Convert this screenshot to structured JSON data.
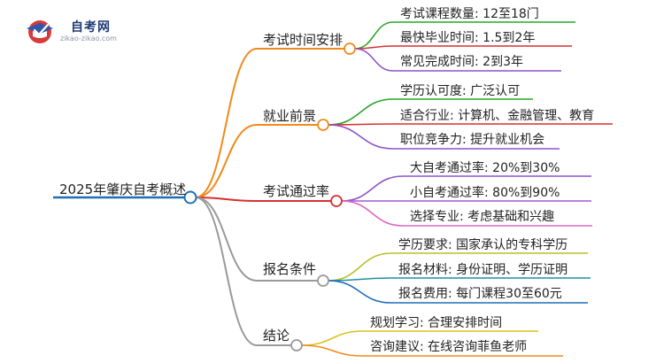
{
  "logo": {
    "name": "自考网",
    "url": "zikao-zikao.com",
    "icon": "graduation-cap-icon"
  },
  "root": {
    "label": "2025年肇庆自考概述",
    "color": "#1f6fb8"
  },
  "branches": [
    {
      "label": "考试时间安排",
      "color": "#f08a1c",
      "children": [
        {
          "label": "考试课程数量: 12至18门",
          "color": "#2aa52a"
        },
        {
          "label": "最快毕业时间: 1.5到2年",
          "color": "#d63031"
        },
        {
          "label": "常见完成时间: 2到3年",
          "color": "#8e54c8"
        }
      ]
    },
    {
      "label": "就业前景",
      "color": "#f08a1c",
      "children": [
        {
          "label": "学历认可度: 广泛认可",
          "color": "#2aa52a"
        },
        {
          "label": "适合行业: 计算机、金融管理、教育",
          "color": "#d63031"
        },
        {
          "label": "职位竞争力: 提升就业机会",
          "color": "#8e54c8"
        }
      ]
    },
    {
      "label": "考试通过率",
      "color": "#d63031",
      "children": [
        {
          "label": "大自考通过率: 20%到30%",
          "color": "#8e54c8"
        },
        {
          "label": "小自考通过率: 80%到90%",
          "color": "#a05ad8"
        },
        {
          "label": "选择专业: 考虑基础和兴趣",
          "color": "#e066c0"
        }
      ]
    },
    {
      "label": "报名条件",
      "color": "#9a9a9a",
      "children": [
        {
          "label": "学历要求: 国家承认的专科学历",
          "color": "#b6c02a"
        },
        {
          "label": "报名材料: 身份证明、学历证明",
          "color": "#1f8fa8"
        },
        {
          "label": "报名费用: 每门课程30至60元",
          "color": "#1f6fb8"
        }
      ]
    },
    {
      "label": "结论",
      "color": "#9a9a9a",
      "children": [
        {
          "label": "规划学习: 合理安排时间",
          "color": "#d8c21e"
        },
        {
          "label": "咨询建议: 在线咨询菲鱼老师",
          "color": "#f08a1c"
        }
      ]
    }
  ]
}
